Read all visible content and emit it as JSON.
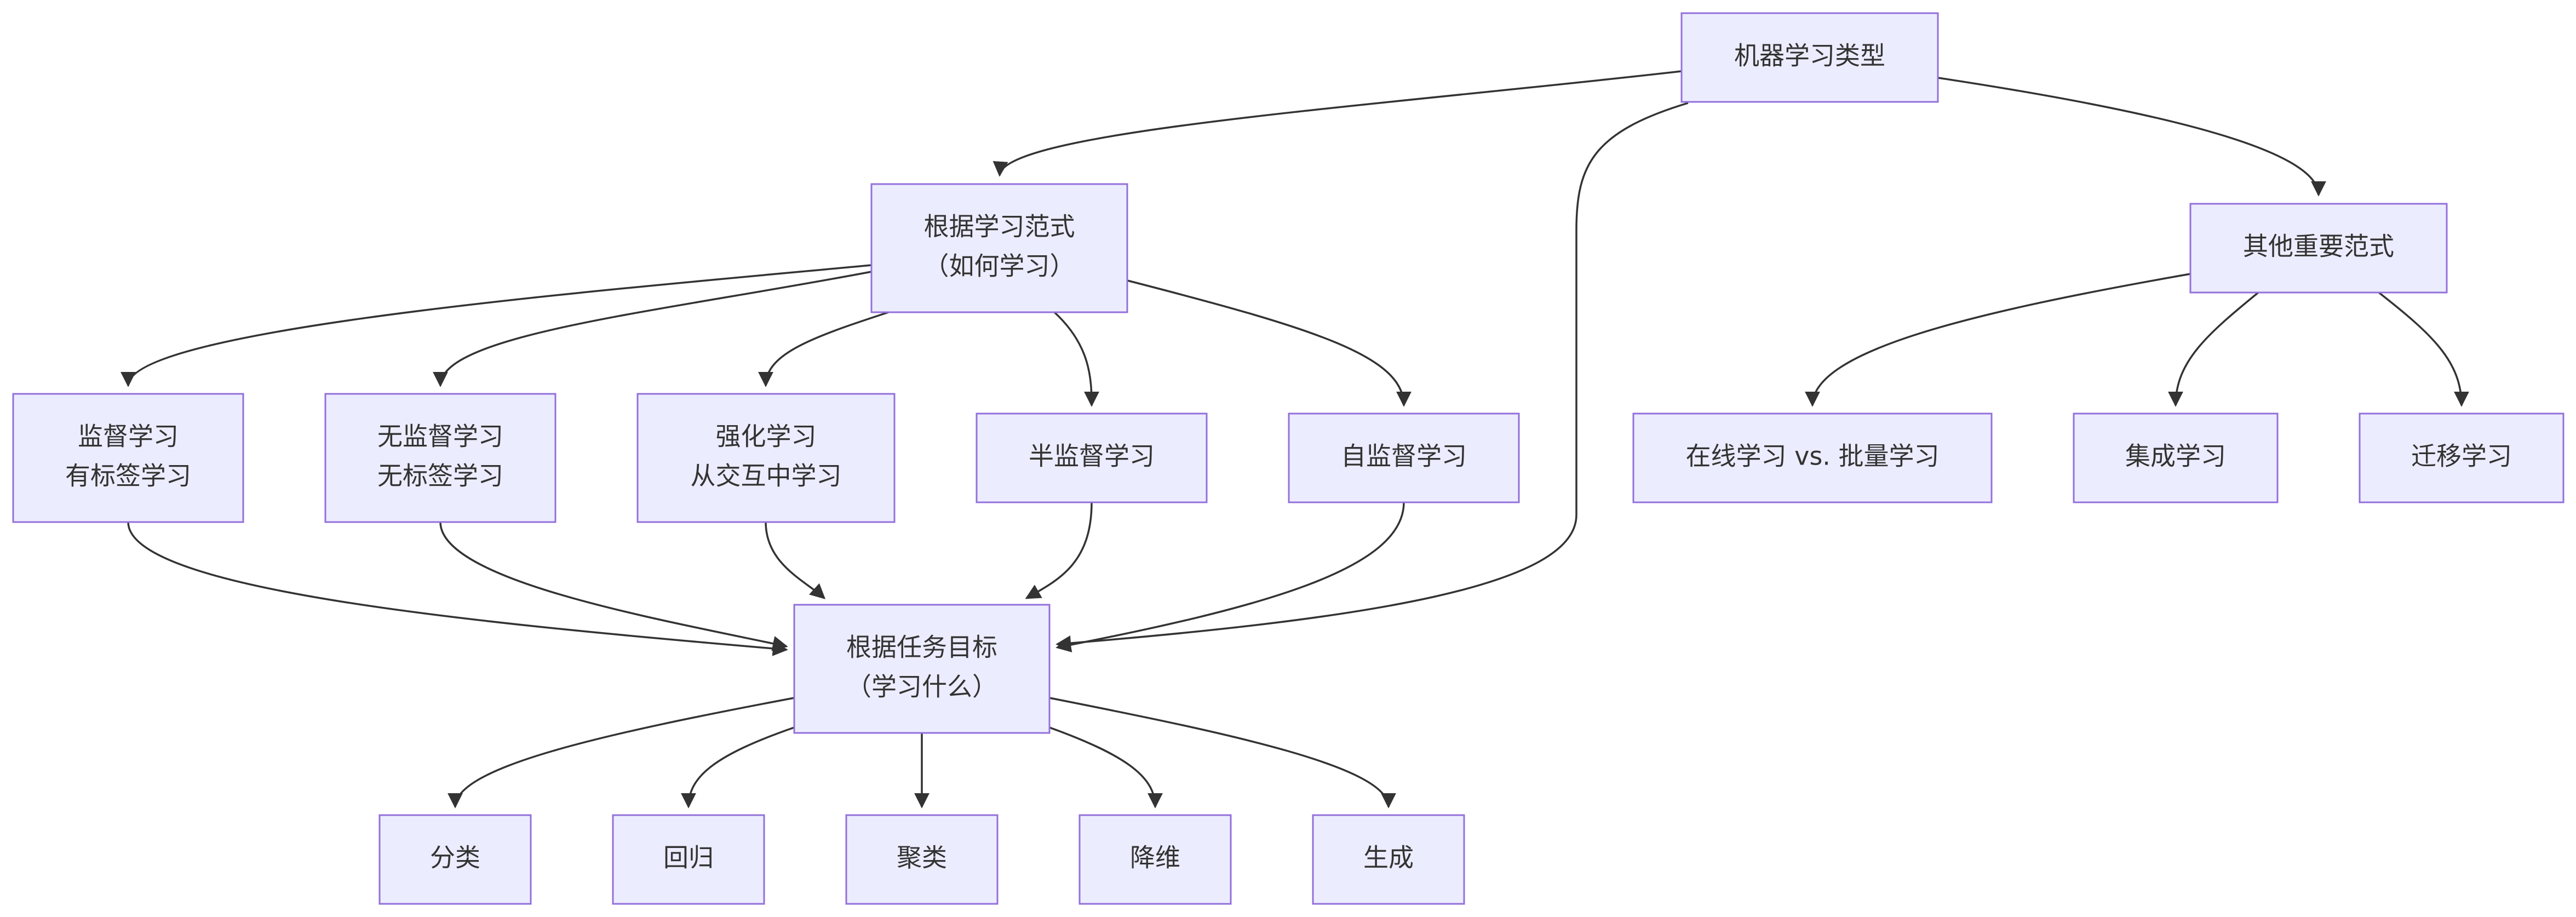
{
  "diagram": {
    "type": "flowchart",
    "nodes": [
      {
        "id": "root",
        "lines": [
          "机器学习类型"
        ]
      },
      {
        "id": "paradigm",
        "lines": [
          "根据学习范式",
          "（如何学习）"
        ]
      },
      {
        "id": "other",
        "lines": [
          "其他重要范式"
        ]
      },
      {
        "id": "supervised",
        "lines": [
          "监督学习",
          "有标签学习"
        ]
      },
      {
        "id": "unsupervised",
        "lines": [
          "无监督学习",
          "无标签学习"
        ]
      },
      {
        "id": "reinforcement",
        "lines": [
          "强化学习",
          "从交互中学习"
        ]
      },
      {
        "id": "semi",
        "lines": [
          "半监督学习"
        ]
      },
      {
        "id": "selfsup",
        "lines": [
          "自监督学习"
        ]
      },
      {
        "id": "online",
        "lines": [
          "在线学习 vs. 批量学习"
        ]
      },
      {
        "id": "ensemble",
        "lines": [
          "集成学习"
        ]
      },
      {
        "id": "transfer",
        "lines": [
          "迁移学习"
        ]
      },
      {
        "id": "task",
        "lines": [
          "根据任务目标",
          "（学习什么）"
        ]
      },
      {
        "id": "classification",
        "lines": [
          "分类"
        ]
      },
      {
        "id": "regression",
        "lines": [
          "回归"
        ]
      },
      {
        "id": "clustering",
        "lines": [
          "聚类"
        ]
      },
      {
        "id": "dimred",
        "lines": [
          "降维"
        ]
      },
      {
        "id": "generation",
        "lines": [
          "生成"
        ]
      }
    ],
    "edges": [
      {
        "from": "root",
        "to": "paradigm"
      },
      {
        "from": "root",
        "to": "task"
      },
      {
        "from": "root",
        "to": "other"
      },
      {
        "from": "paradigm",
        "to": "supervised"
      },
      {
        "from": "paradigm",
        "to": "unsupervised"
      },
      {
        "from": "paradigm",
        "to": "reinforcement"
      },
      {
        "from": "paradigm",
        "to": "semi"
      },
      {
        "from": "paradigm",
        "to": "selfsup"
      },
      {
        "from": "other",
        "to": "online"
      },
      {
        "from": "other",
        "to": "ensemble"
      },
      {
        "from": "other",
        "to": "transfer"
      },
      {
        "from": "supervised",
        "to": "task"
      },
      {
        "from": "unsupervised",
        "to": "task"
      },
      {
        "from": "reinforcement",
        "to": "task"
      },
      {
        "from": "semi",
        "to": "task"
      },
      {
        "from": "selfsup",
        "to": "task"
      },
      {
        "from": "task",
        "to": "classification"
      },
      {
        "from": "task",
        "to": "regression"
      },
      {
        "from": "task",
        "to": "clustering"
      },
      {
        "from": "task",
        "to": "dimred"
      },
      {
        "from": "task",
        "to": "generation"
      }
    ],
    "colors": {
      "node_fill": "#ececff",
      "node_border": "#9370db",
      "text": "#333333",
      "edge": "#333333"
    }
  }
}
